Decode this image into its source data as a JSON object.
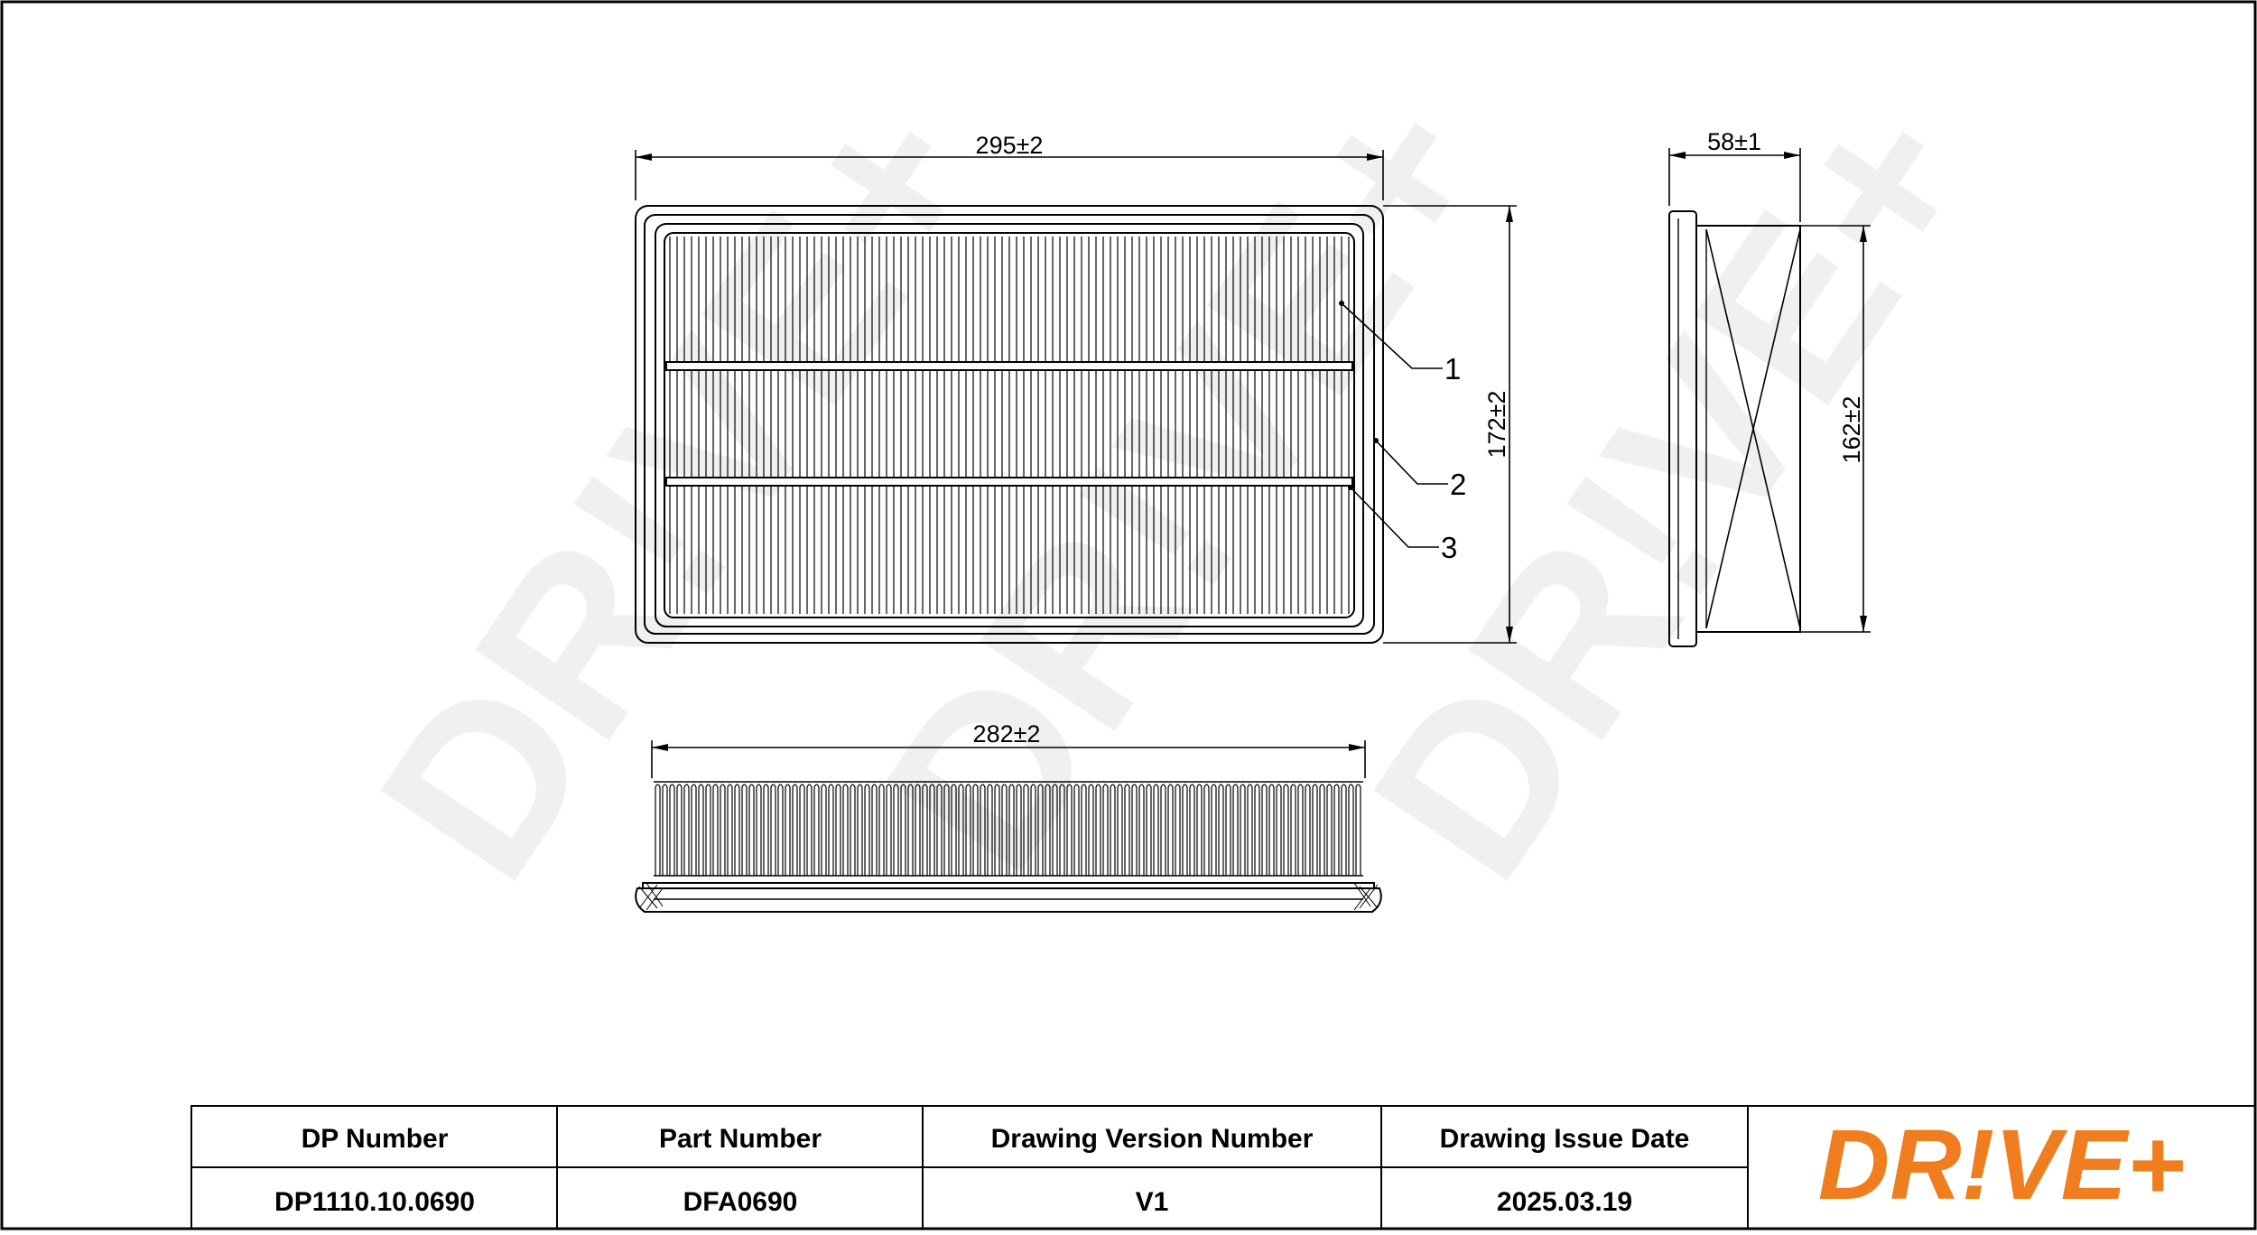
{
  "dimensions": {
    "top_width": "295±2",
    "top_height": "172±2",
    "side_depth": "58±1",
    "side_height": "162±2",
    "bottom_width": "282±2"
  },
  "callouts": [
    "1",
    "2",
    "3"
  ],
  "watermark": "DR!VE+",
  "title_block": {
    "headers": [
      "DP Number",
      "Part Number",
      "Drawing Version Number",
      "Drawing Issue Date"
    ],
    "values": [
      "DP1110.10.0690",
      "DFA0690",
      "V1",
      "2025.03.19"
    ]
  },
  "logo": {
    "text": "DR!VE+",
    "color": "#f07d1e"
  },
  "colors": {
    "line": "#000000",
    "watermark": "#f0f0f0"
  }
}
